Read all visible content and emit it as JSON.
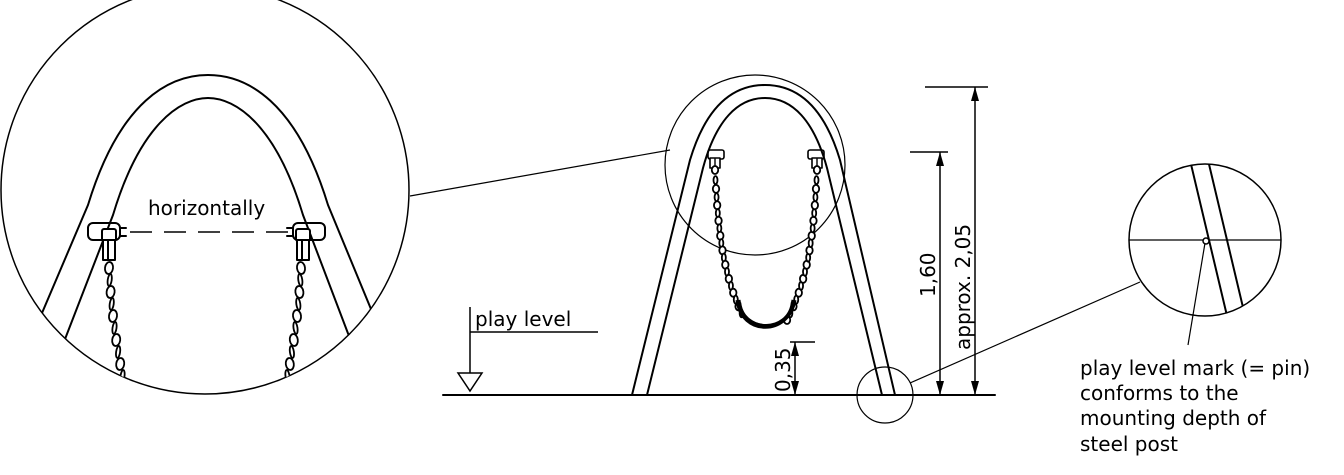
{
  "labels": {
    "detail_alignment": "horizontally",
    "play_level": "play level",
    "dim_seat_height": "0,35",
    "dim_mark_height": "1,60",
    "dim_total_height": "approx. 2,05",
    "note_line1": "play level mark (= pin)",
    "note_line2": "conforms to the",
    "note_line3": "mounting depth of",
    "note_line4": "steel post"
  }
}
